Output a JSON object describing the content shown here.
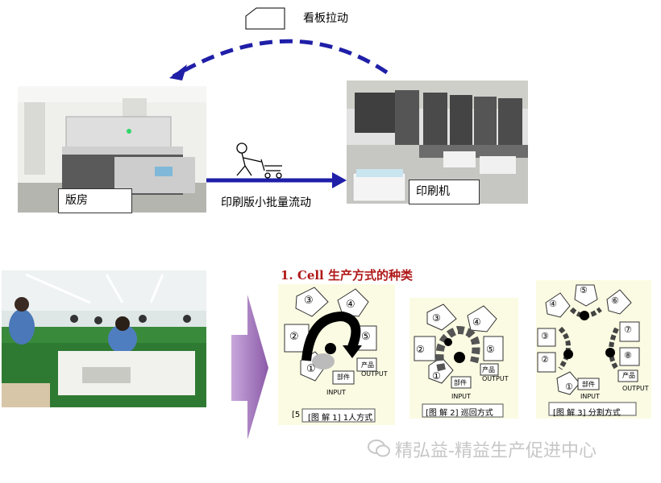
{
  "top": {
    "kanban_label": "看板拉动",
    "plate_room_label": "版房",
    "press_label": "印刷机",
    "flow_label": "印刷版小批量流动"
  },
  "cell": {
    "title": "1. Cell 生产方式的种类",
    "diagram1": {
      "stations": [
        "③",
        "④",
        "②",
        "⑤",
        "①"
      ],
      "part": "部件",
      "product": "产品",
      "input": "INPUT",
      "output": "OUTPUT",
      "caption": "[图 解 1] 1人方式",
      "caption_prefix": "[5"
    },
    "diagram2": {
      "stations": [
        "③",
        "④",
        "②",
        "⑤",
        "①"
      ],
      "part": "部件",
      "product": "产品",
      "input": "INPUT",
      "output": "OUTPUT",
      "caption": "[图 解 2] 巡回方式"
    },
    "diagram3": {
      "stations": [
        "⑤",
        "④",
        "⑥",
        "③",
        "⑦",
        "②",
        "⑧",
        "①"
      ],
      "part": "部件",
      "product": "产品",
      "input": "INPUT",
      "output": "OUTPUT",
      "caption": "[图 解 3] 分割方式"
    }
  },
  "watermark": "精弘益-精益生产促进中心",
  "colors": {
    "arrow_blue": "#1f1fa8",
    "big_arrow": "#9a6fb8",
    "panel_bg": "#fbfbe3",
    "title_red": "#b01818"
  }
}
